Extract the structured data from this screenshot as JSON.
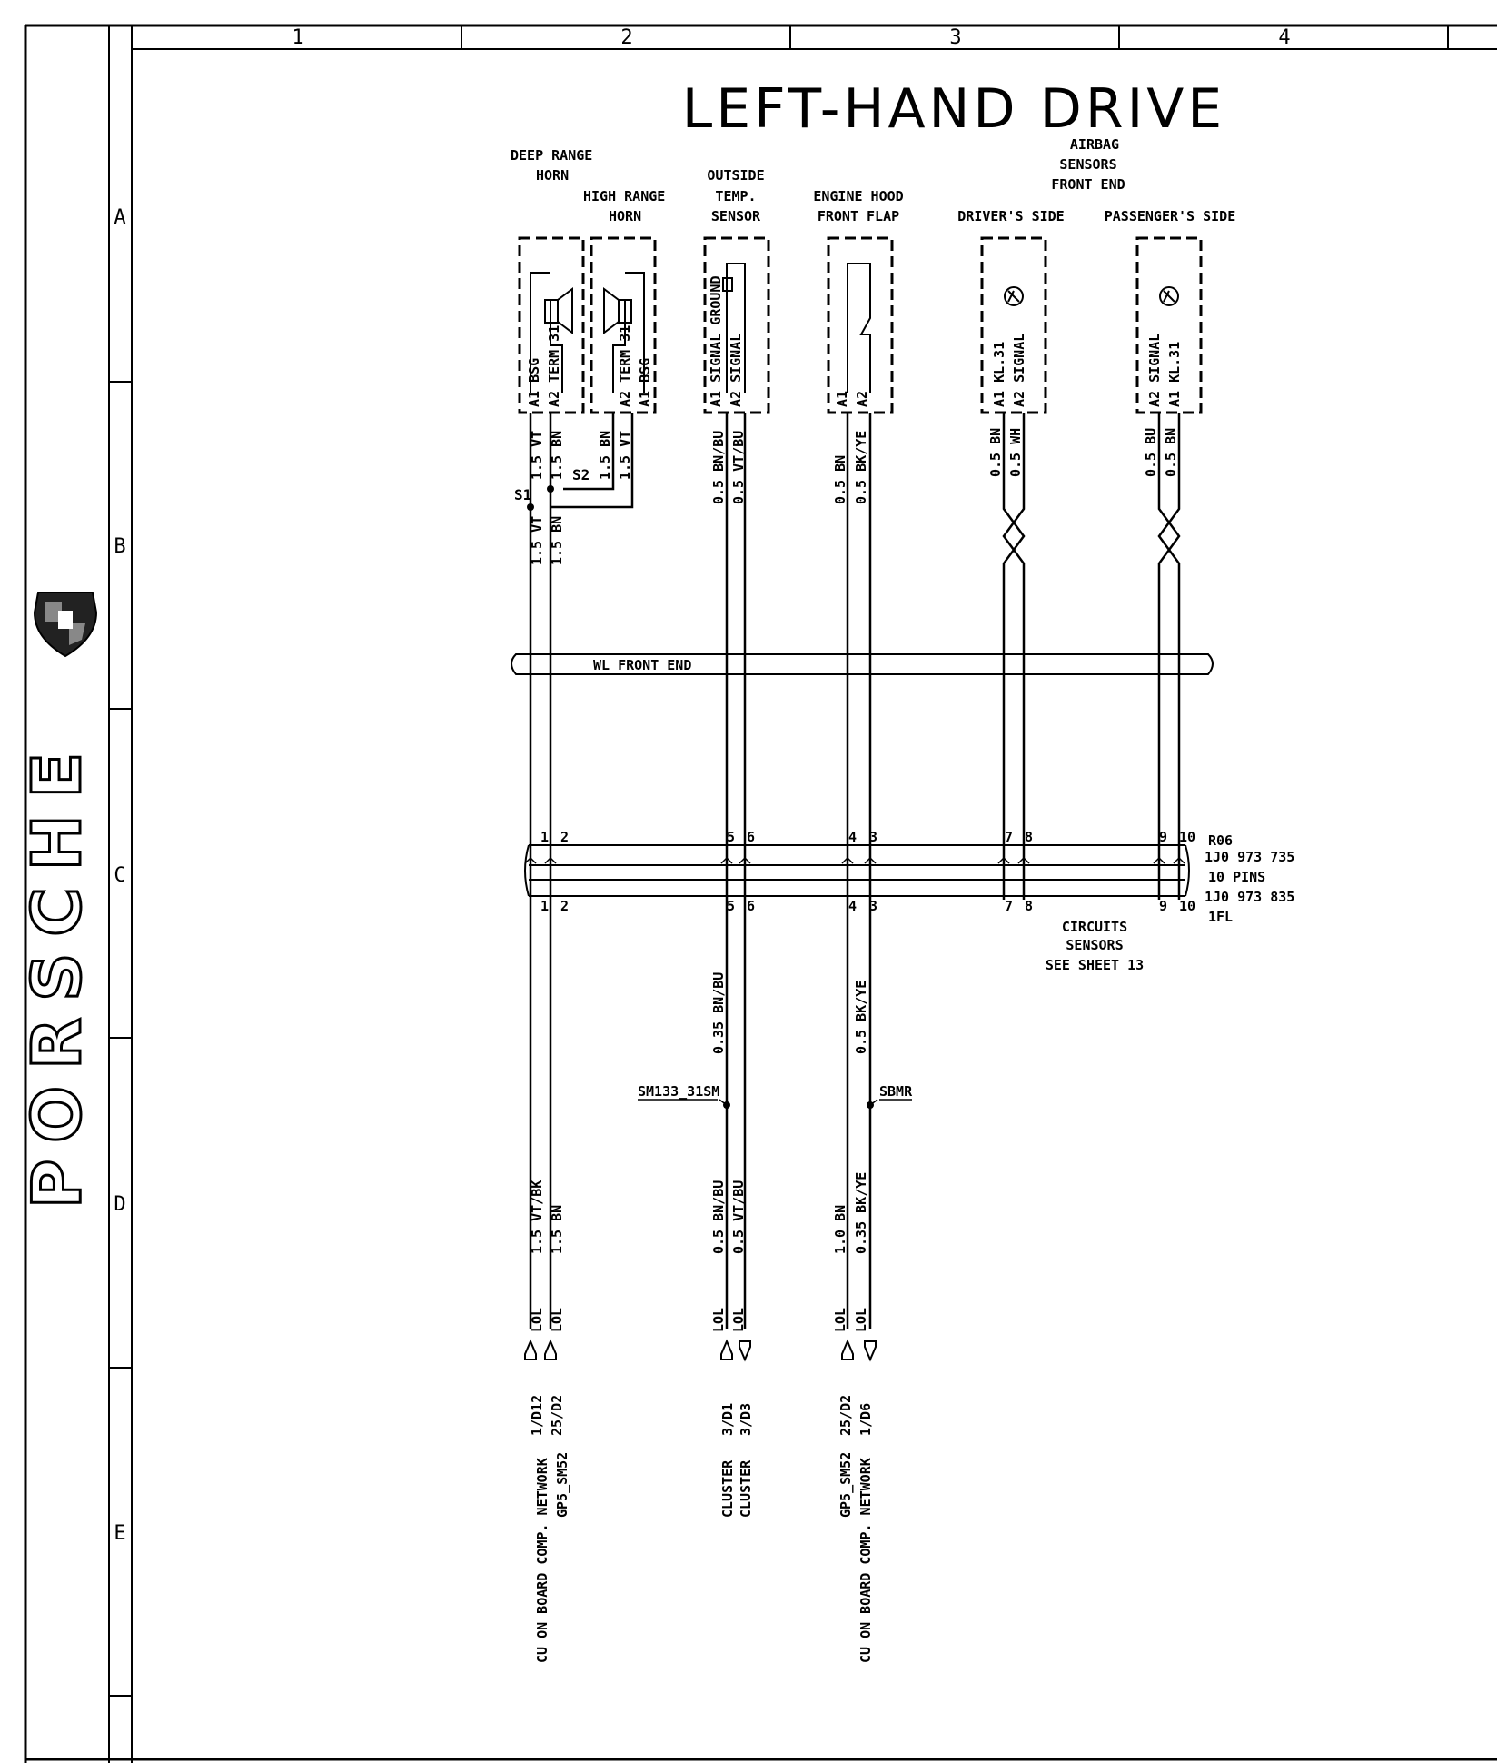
{
  "title": "LEFT-HAND DRIVE",
  "brand": "PORSCHE",
  "grid": {
    "columns": [
      "1",
      "2",
      "3",
      "4"
    ],
    "rows": [
      "A",
      "B",
      "C",
      "D",
      "E"
    ]
  },
  "components": {
    "deep_horn": {
      "label": [
        "DEEP RANGE",
        "HORN"
      ],
      "pins": [
        "A1 BSG",
        "A2 TERM 31"
      ]
    },
    "high_horn": {
      "label": [
        "HIGH RANGE",
        "HORN"
      ],
      "pins": [
        "A2 TERM 31",
        "A1 BSG"
      ]
    },
    "temp_sensor": {
      "label": [
        "OUTSIDE",
        "TEMP.",
        "SENSOR"
      ],
      "pins": [
        "A1 SIGNAL GROUND",
        "A2 SIGNAL"
      ]
    },
    "hood_flap": {
      "label": [
        "ENGINE HOOD",
        "FRONT FLAP"
      ],
      "pins": [
        "A1",
        "A2"
      ]
    },
    "airbag_group": {
      "label": [
        "AIRBAG",
        "SENSORS",
        "FRONT END"
      ]
    },
    "airbag_driver": {
      "label": [
        "DRIVER'S SIDE"
      ],
      "pins": [
        "A1 KL.31",
        "A2 SIGNAL"
      ]
    },
    "airbag_passenger": {
      "label": [
        "PASSENGER'S SIDE"
      ],
      "pins": [
        "A2 SIGNAL",
        "A1 KL.31"
      ]
    }
  },
  "splices": [
    "S1",
    "S2"
  ],
  "wire_labels_upper": [
    "1.5 VT",
    "1.5 BN",
    "1.5 BN",
    "1.5 VT",
    "0.5 BN/BU",
    "0.5 VT/BU",
    "0.5 BN",
    "0.5 BK/YE",
    "0.5 BN",
    "0.5 WH",
    "0.5 BU",
    "0.5 BN"
  ],
  "wire_labels_mid": [
    "1.5 VT",
    "1.5 BN"
  ],
  "harness": "WL FRONT END",
  "connector": {
    "pin_numbers": [
      "1",
      "2",
      "5",
      "6",
      "4",
      "3",
      "7",
      "8",
      "9",
      "10"
    ],
    "ref": [
      "R06",
      "1J0 973 735",
      "10 PINS",
      "1J0 973 835",
      "1FL"
    ]
  },
  "note": [
    "CIRCUITS",
    "SENSORS",
    "SEE SHEET 13"
  ],
  "lower_wires": [
    "0.35 BN/BU",
    "0.5 BK/YE"
  ],
  "splice_lower": [
    "SM133_31SM",
    "SBMR"
  ],
  "wire_labels_bottom": [
    "1.5 VT/BK",
    "1.5 BN",
    "0.5 BN/BU",
    "0.5 VT/BU",
    "1.0 BN",
    "0.35 BK/YE"
  ],
  "terminal_codes": [
    "LOL",
    "LOL",
    "LOL",
    "LOL",
    "LOL",
    "LOL"
  ],
  "references": [
    "1/D12",
    "25/D2",
    "3/D1",
    "3/D3",
    "25/D2",
    "1/D6"
  ],
  "destinations": [
    "CU ON BOARD COMP. NETWORK",
    "GP5_SM52",
    "CLUSTER",
    "CLUSTER",
    "GP5_SM52",
    "CU ON BOARD COMP. NETWORK"
  ],
  "logo_icon": "porsche-crest-icon"
}
